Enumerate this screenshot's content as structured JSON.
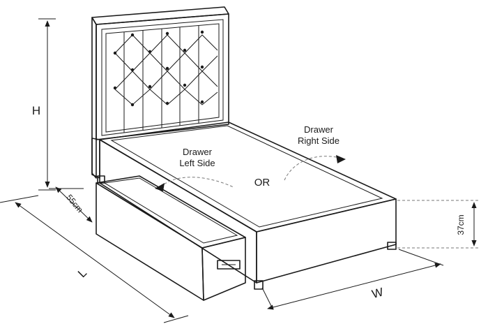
{
  "labels": {
    "height": "H",
    "length": "L",
    "width": "W",
    "drawer_depth": "55cm",
    "bed_height": "37cm",
    "drawer_left_line1": "Drawer",
    "drawer_left_line2": "Left Side",
    "drawer_right_line1": "Drawer",
    "drawer_right_line2": "Right Side",
    "or": "OR"
  },
  "colors": {
    "line": "#1a1a1a",
    "fill": "#ffffff",
    "dashed": "#777777"
  }
}
